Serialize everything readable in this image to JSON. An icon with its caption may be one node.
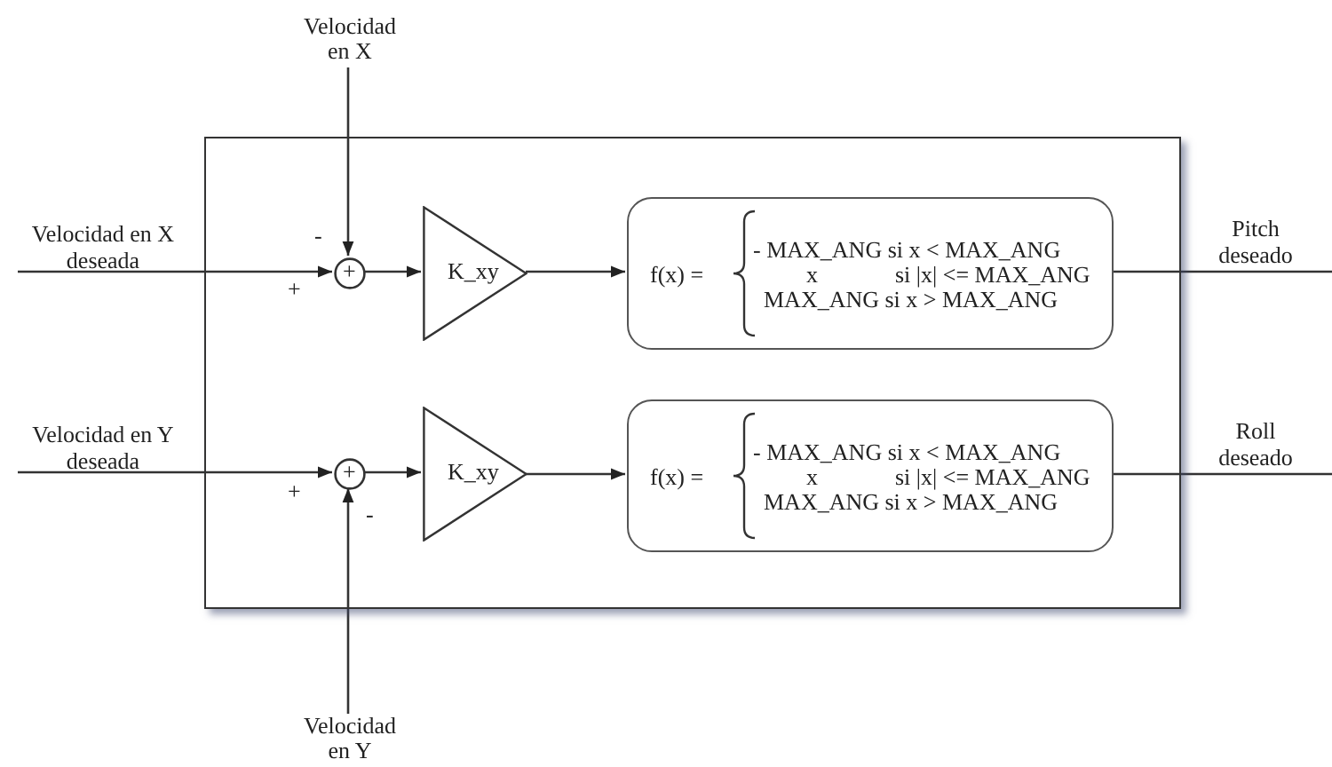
{
  "diagram": {
    "nodes": [
      {
        "text": [],
        "shape": "box"
      },
      {
        "text": [
          "Velocidad en X"
        ]
      },
      {
        "text": [
          "+"
        ],
        "in": 0
      },
      {
        "text": [
          "K_xy"
        ],
        "in": 0
      },
      {
        "text": [
          "f(x) =",
          "- MAX_ANG si x < MAX_ANG",
          "x",
          "si |x| <= MAX_ANG",
          "MAX_ANG si x > MAX_ANG"
        ],
        "in": 0
      },
      {
        "text": [
          "+"
        ],
        "in": 0
      },
      {
        "text": [
          "K_xy"
        ],
        "in": 0
      },
      {
        "text": [
          "f(x) =",
          "- MAX_ANG si x < MAX_ANG",
          "x",
          "si |x| <= MAX_ANG",
          "MAX_ANG si x > MAX_ANG"
        ],
        "in": 0
      },
      {
        "text": [
          "Velocidad en Y"
        ]
      }
    ],
    "edges": [
      {
        "from": null,
        "to": 2,
        "arrow": "to",
        "label": "Velocidad en X deseada"
      },
      {
        "from": 1,
        "to": 2,
        "arrow": "to"
      },
      {
        "from": 2,
        "to": 3,
        "arrow": "to"
      },
      {
        "from": 3,
        "to": 4,
        "arrow": "to"
      },
      {
        "from": 4,
        "to": null,
        "arrow": "none",
        "label": "Pitch deseado"
      },
      {
        "from": null,
        "to": 5,
        "arrow": "to",
        "label": "Velocidad en Y deseada"
      },
      {
        "from": 8,
        "to": 5,
        "arrow": "to"
      },
      {
        "from": 5,
        "to": 6,
        "arrow": "to"
      },
      {
        "from": 6,
        "to": 7,
        "arrow": "to"
      },
      {
        "from": 7,
        "to": null,
        "arrow": "none",
        "label": "Roll deseado"
      }
    ],
    "labels": [
      "-",
      "+",
      "+",
      "-"
    ]
  }
}
